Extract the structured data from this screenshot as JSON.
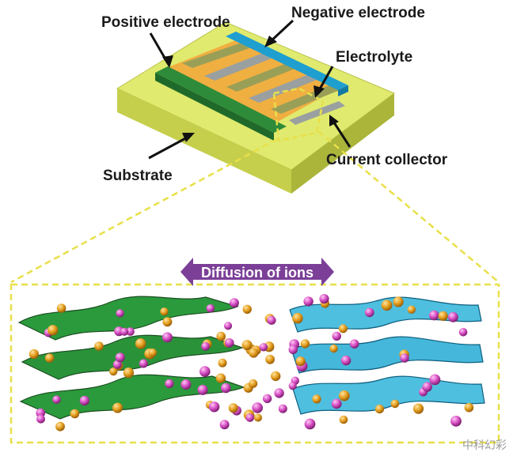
{
  "labels": {
    "positive_electrode": "Positive electrode",
    "negative_electrode": "Negative electrode",
    "electrolyte": "Electrolyte",
    "substrate": "Substrate",
    "current_collector": "Current collector",
    "diffusion": "Diffusion of ions"
  },
  "watermark": "中科幻彩",
  "colors": {
    "substrate": "#dfe96a",
    "positive": "#2e8b3a",
    "negative": "#1e9fd0",
    "electrolyte": "#f2a43a",
    "diffusion_arrow": "#7b3f98",
    "zoom_frame": "#e8e04a",
    "ion_orange": "#e5a020",
    "ion_magenta": "#d64fc4"
  }
}
